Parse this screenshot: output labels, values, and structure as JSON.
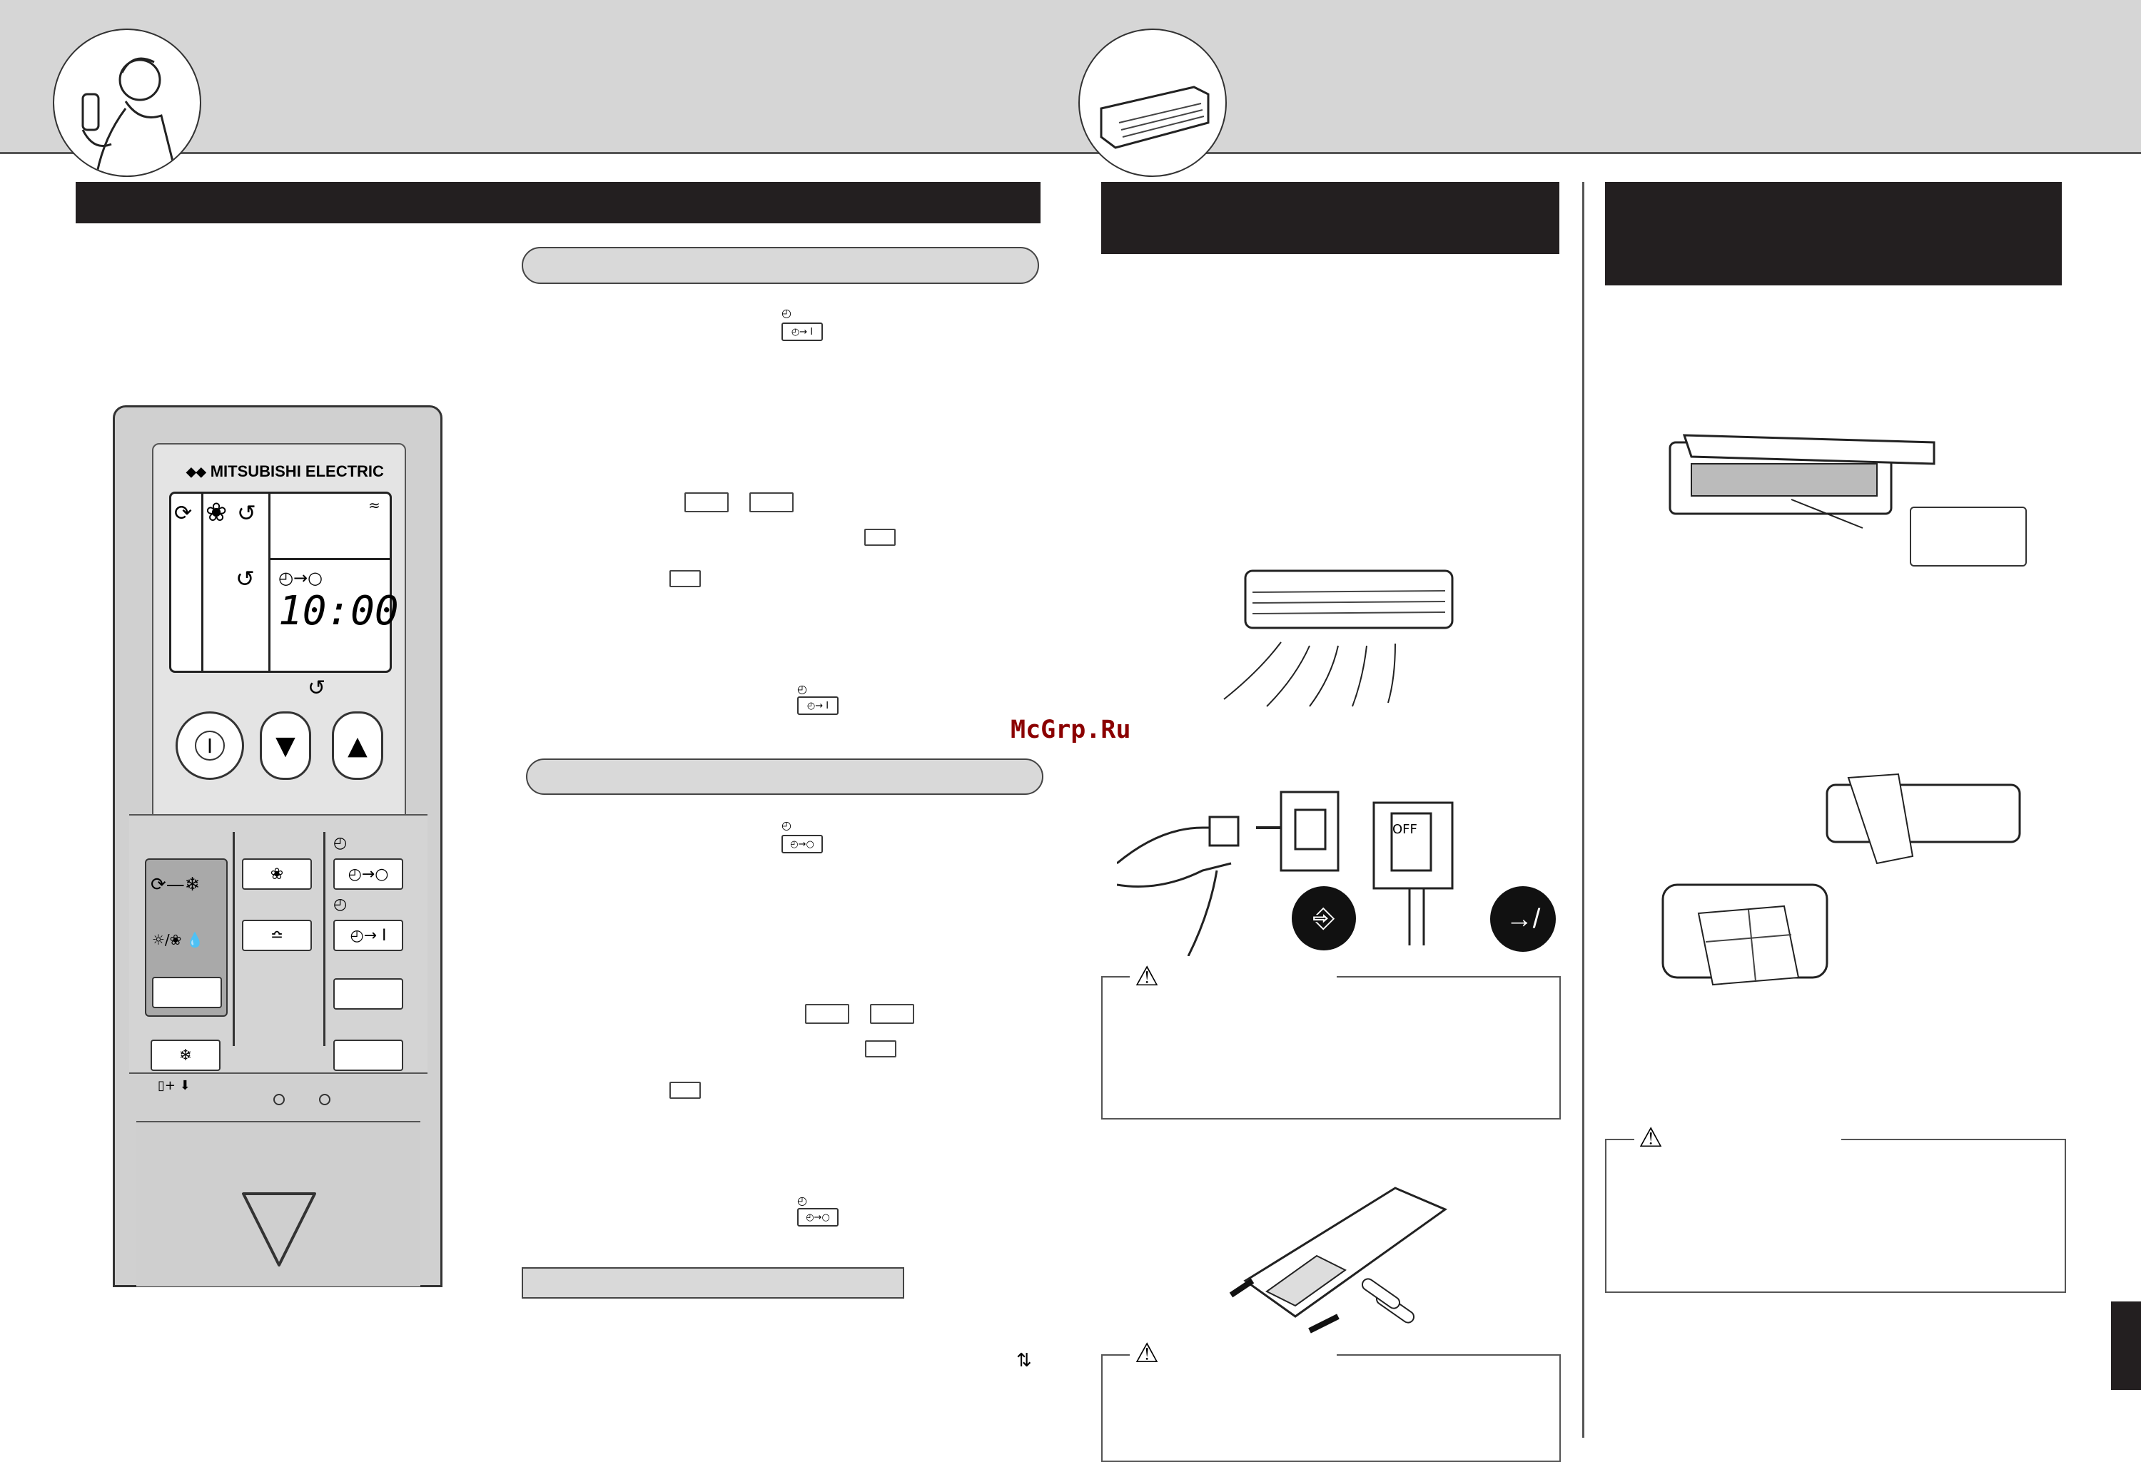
{
  "brand": "MITSUBISHI ELECTRIC",
  "watermark": "McGrp.Ru",
  "remote_display": {
    "clock": "10:00",
    "timer_symbol": "◴→○"
  },
  "timer_keys": {
    "on_timer": "◴→ I",
    "off_timer": "◴→○"
  },
  "switch_label": "OFF",
  "swap_symbol": "⇅",
  "icons": {
    "person": "person-with-remote-icon",
    "indoor_unit": "indoor-unit-icon",
    "warning": "warning-triangle-icon",
    "unplug": "unplug-icon",
    "breaker": "breaker-off-icon"
  }
}
